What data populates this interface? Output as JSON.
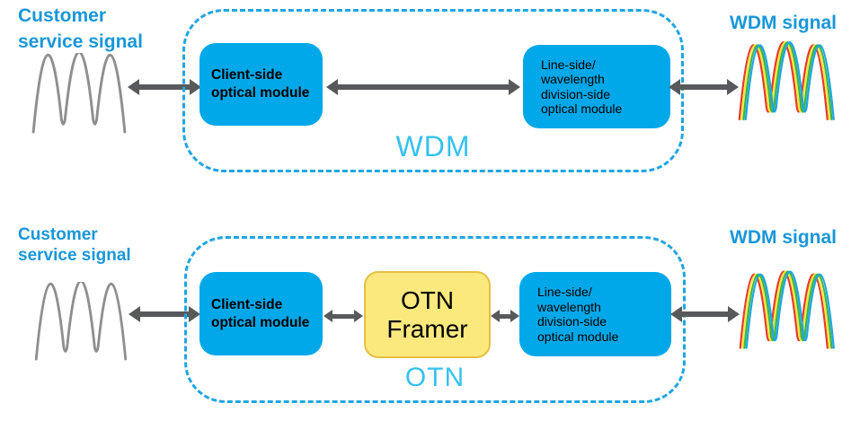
{
  "colors": {
    "module_blue": "#00A8E9",
    "framer_yellow": "#FCE97E",
    "framer_border": "#E4C043",
    "zone_dash": "#1FA5E2",
    "zone_label": "#35C1F0",
    "title_blue": "#1897D8",
    "arrow_gray": "#58595B",
    "wave_gray": "#8F8F8F",
    "wdm_red": "#E8392F",
    "wdm_yellow": "#F0E93C",
    "wdm_green": "#3CB44A",
    "wdm_blue": "#1FA5E3"
  },
  "icons": {
    "bidirectional_arrow": "gray double-headed horizontal arrow",
    "customer_signal_wave": "gray sine wave, three peaks",
    "wdm_signal_wave": "overlapping red/yellow/green/blue sine waves, three peaks"
  },
  "wdm_diagram": {
    "input_label": "Customer\nservice signal",
    "client_module": "Client-side\noptical module",
    "line_module": "Line-side/\nwavelength\ndivision-side\noptical module",
    "zone_label": "WDM",
    "output_label": "WDM signal"
  },
  "otn_diagram": {
    "input_label": "Customer\nservice signal",
    "client_module": "Client-side\noptical module",
    "framer": "OTN\nFramer",
    "line_module": "Line-side/\nwavelength\ndivision-side\noptical module",
    "zone_label": "OTN",
    "output_label": "WDM signal"
  }
}
